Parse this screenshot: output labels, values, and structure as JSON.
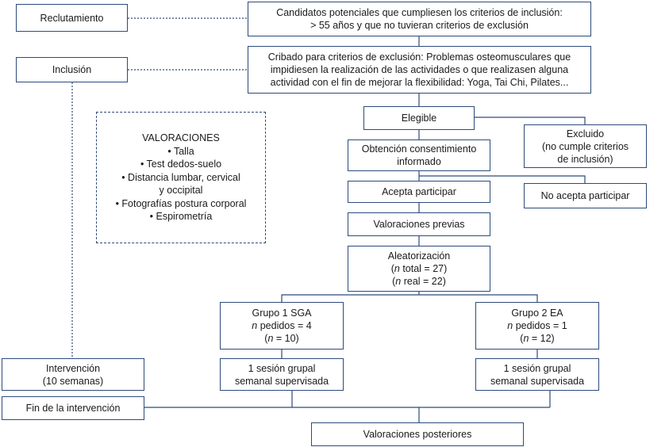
{
  "colors": {
    "border": "#2e4a7a",
    "text": "#1a1a1a",
    "background": "#ffffff"
  },
  "left": {
    "reclutamiento": "Reclutamiento",
    "inclusion": "Inclusión",
    "intervencion": {
      "line1": "Intervención",
      "line2": "(10 semanas)"
    },
    "fin": "Fin de la intervención"
  },
  "valoraciones": {
    "title": "VALORACIONES",
    "items": [
      "• Talla",
      "• Test dedos-suelo",
      "• Distancia lumbar, cervical",
      "y occipital",
      "• Fotografías postura corporal",
      "• Espirometría"
    ]
  },
  "flow": {
    "candidatos": {
      "line1": "Candidatos potenciales que cumpliesen los criterios de inclusión:",
      "line2": "> 55 años y que no tuvieran criterios de exclusión"
    },
    "cribado": {
      "line1": "Cribado para criterios de exclusión: Problemas osteomusculares que",
      "line2": "impidiesen la realización de las actividades o que realizasen alguna",
      "line3": "actividad con el fin de mejorar la flexibilidad: Yoga, Tai Chi, Pilates..."
    },
    "elegible": "Elegible",
    "excluido": {
      "line1": "Excluido",
      "line2": "(no cumple criterios",
      "line3": "de inclusión)"
    },
    "consentimiento": {
      "line1": "Obtención consentimiento",
      "line2": "informado"
    },
    "acepta": "Acepta participar",
    "no_acepta": "No acepta participar",
    "previas": "Valoraciones previas",
    "aleatorizacion": {
      "title": "Aleatorización",
      "total": {
        "n": "n",
        "text": " total = 27)"
      },
      "real": {
        "n": "n",
        "text": " real = 22)"
      },
      "open": "("
    },
    "grupo1": {
      "title": "Grupo 1 SGA",
      "pedidos_n": "n",
      "pedidos_text": " pedidos = 4",
      "count_open": "(",
      "count_n": "n",
      "count_text": " = 10)"
    },
    "grupo2": {
      "title": "Grupo 2 EA",
      "pedidos_n": "n",
      "pedidos_text": " pedidos = 1",
      "count_open": "(",
      "count_n": "n",
      "count_text": " = 12)"
    },
    "sesion1": {
      "line1": "1 sesión grupal",
      "line2": "semanal supervisada"
    },
    "sesion2": {
      "line1": "1 sesión grupal",
      "line2": "semanal supervisada"
    },
    "posteriores": "Valoraciones posteriores"
  }
}
